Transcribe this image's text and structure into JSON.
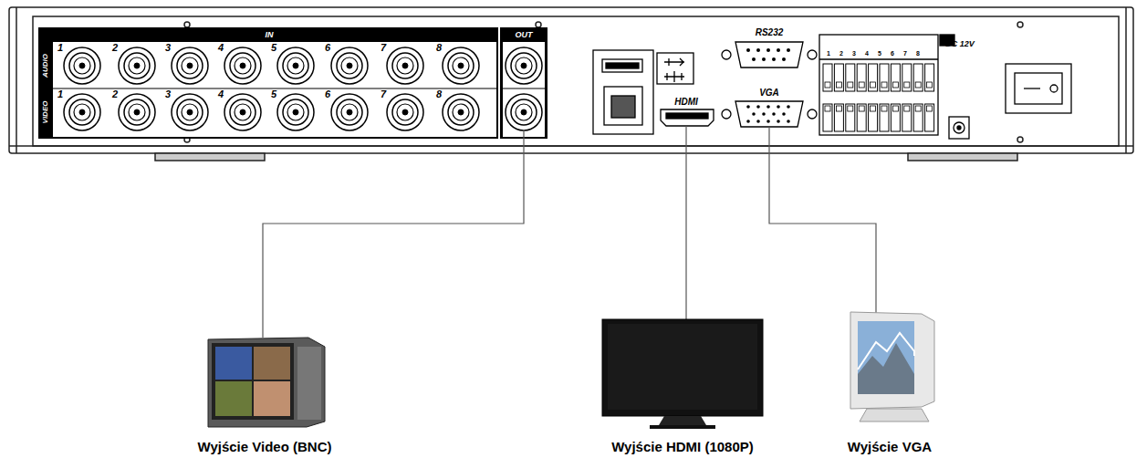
{
  "diagram": {
    "labels": [
      "IN",
      "OUT",
      "AUDIO",
      "VIDEO",
      "1",
      "2",
      "3",
      "4",
      "5",
      "6",
      "7",
      "8",
      "1",
      "2",
      "3",
      "4",
      "5",
      "6",
      "7",
      "8",
      "RS232",
      "HDMI",
      "VGA",
      "1",
      "2",
      "3",
      "4",
      "5",
      "6",
      "7",
      "8",
      "DC 12V",
      "Wyjście Video (BNC)",
      "Wyjście HDMI (1080P)",
      "Wyjście VGA"
    ]
  }
}
